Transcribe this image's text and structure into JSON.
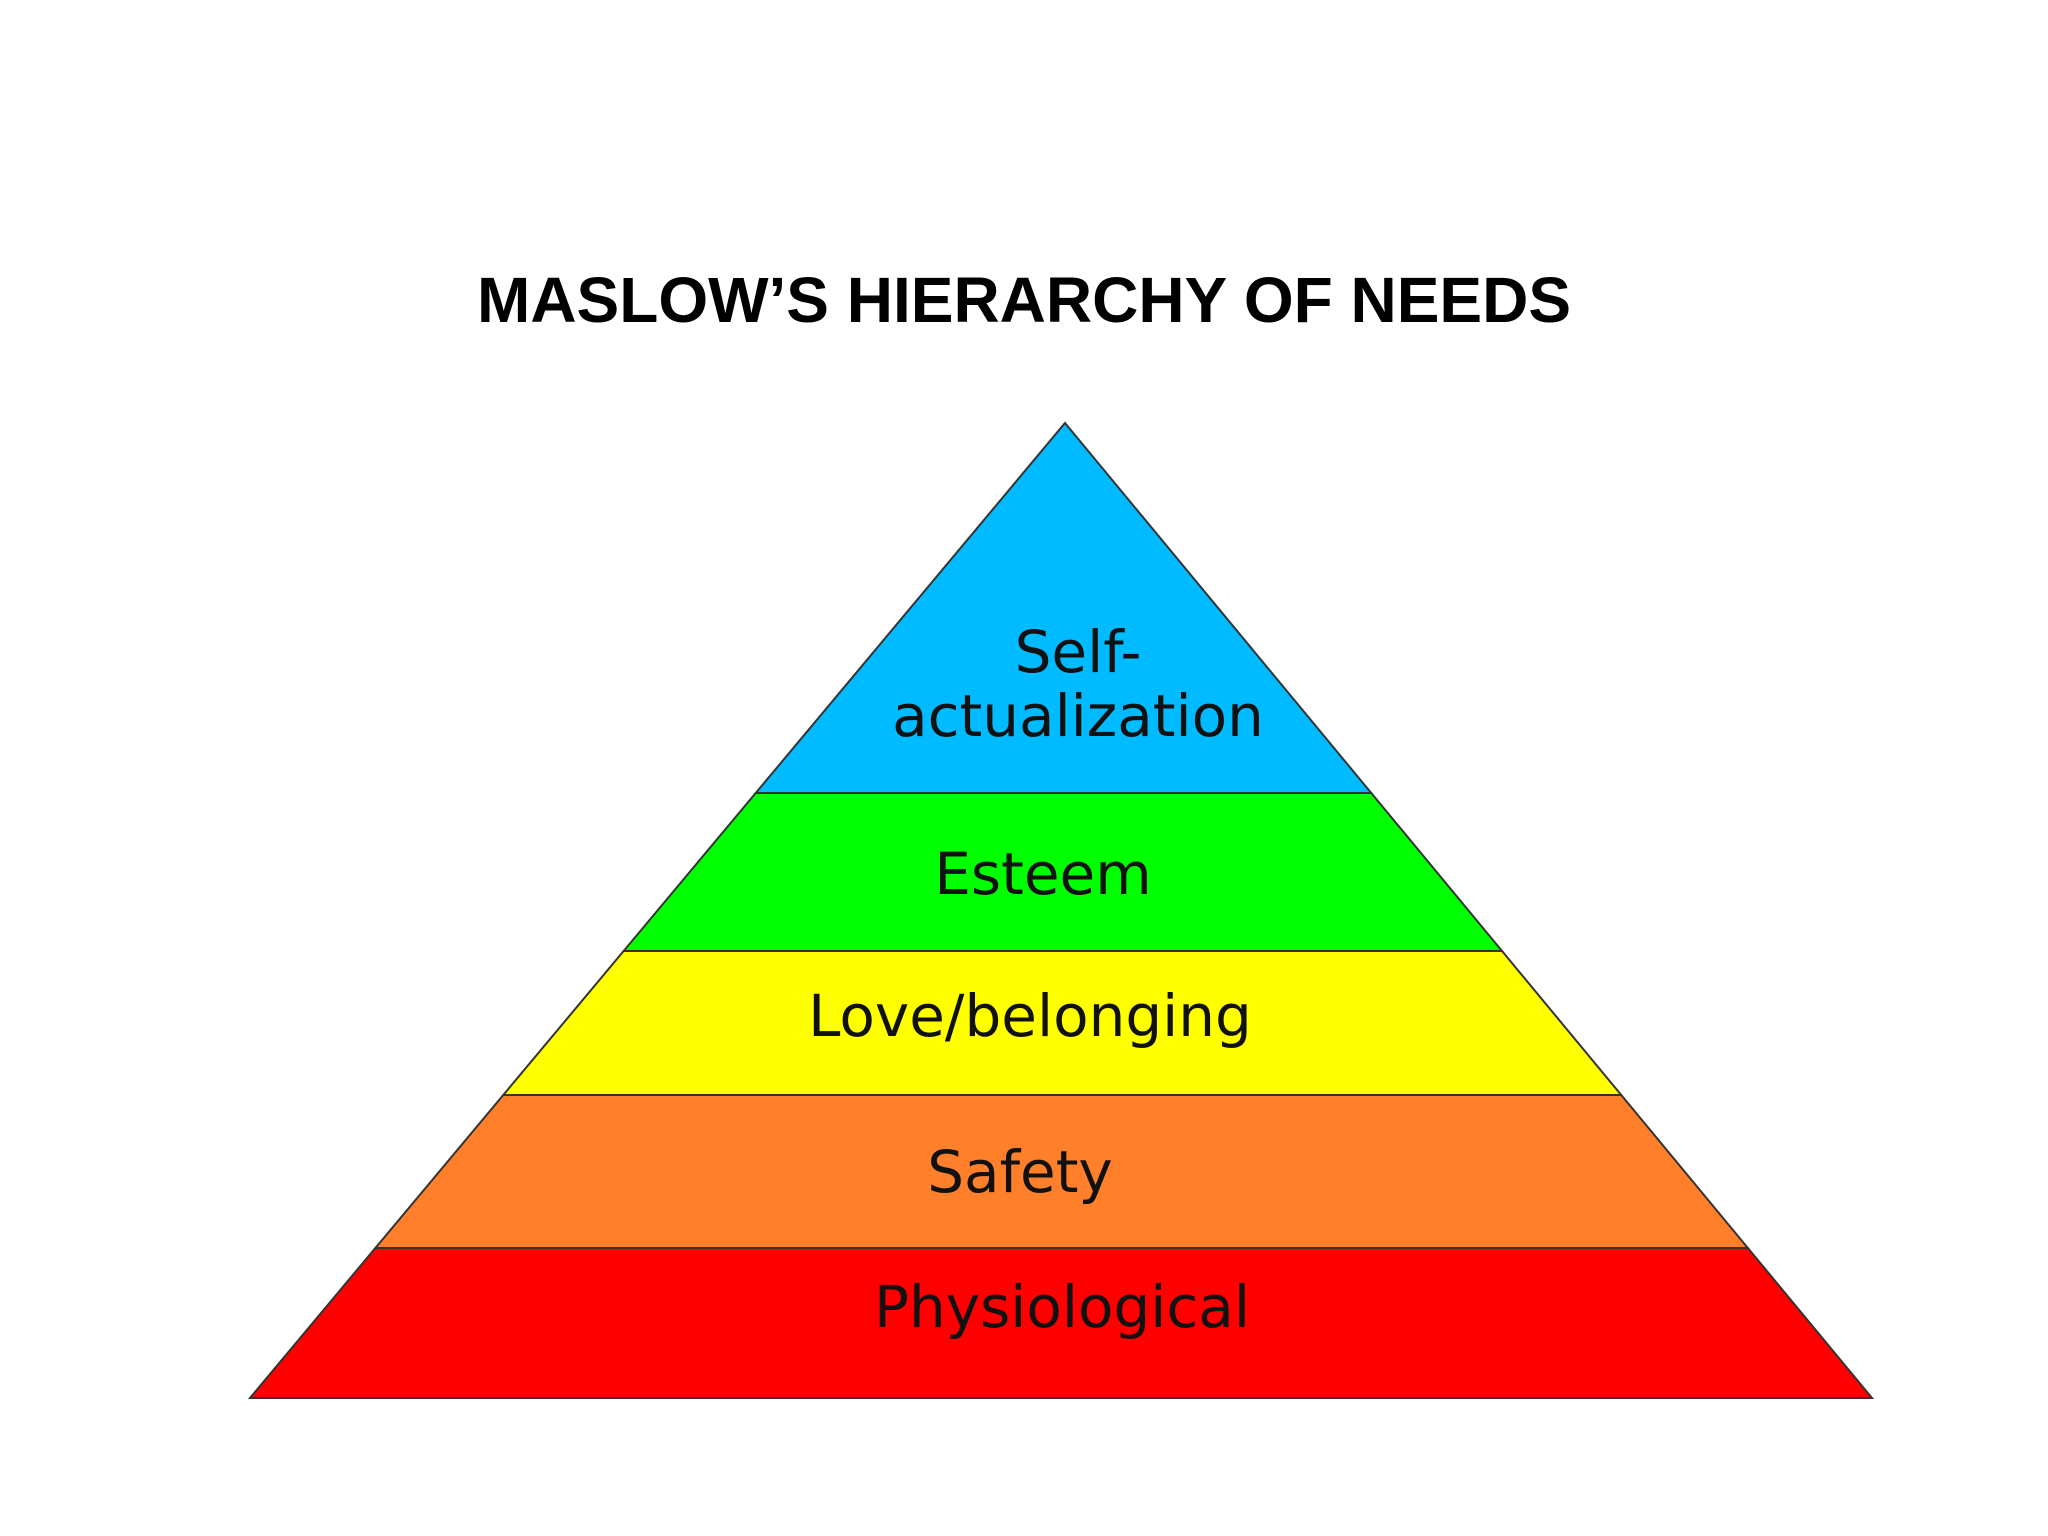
{
  "title": "MASLOW’S HIERARCHY OF NEEDS",
  "levels": [
    {
      "label_lines": [
        "Self-",
        "actualization"
      ],
      "color": "#00BBFF"
    },
    {
      "label_lines": [
        "Esteem"
      ],
      "color": "#00FF00"
    },
    {
      "label_lines": [
        "Love/belonging"
      ],
      "color": "#FFFF00"
    },
    {
      "label_lines": [
        "Safety"
      ],
      "color": "#FF7F2A"
    },
    {
      "label_lines": [
        "Physiological"
      ],
      "color": "#FF0000"
    }
  ]
}
